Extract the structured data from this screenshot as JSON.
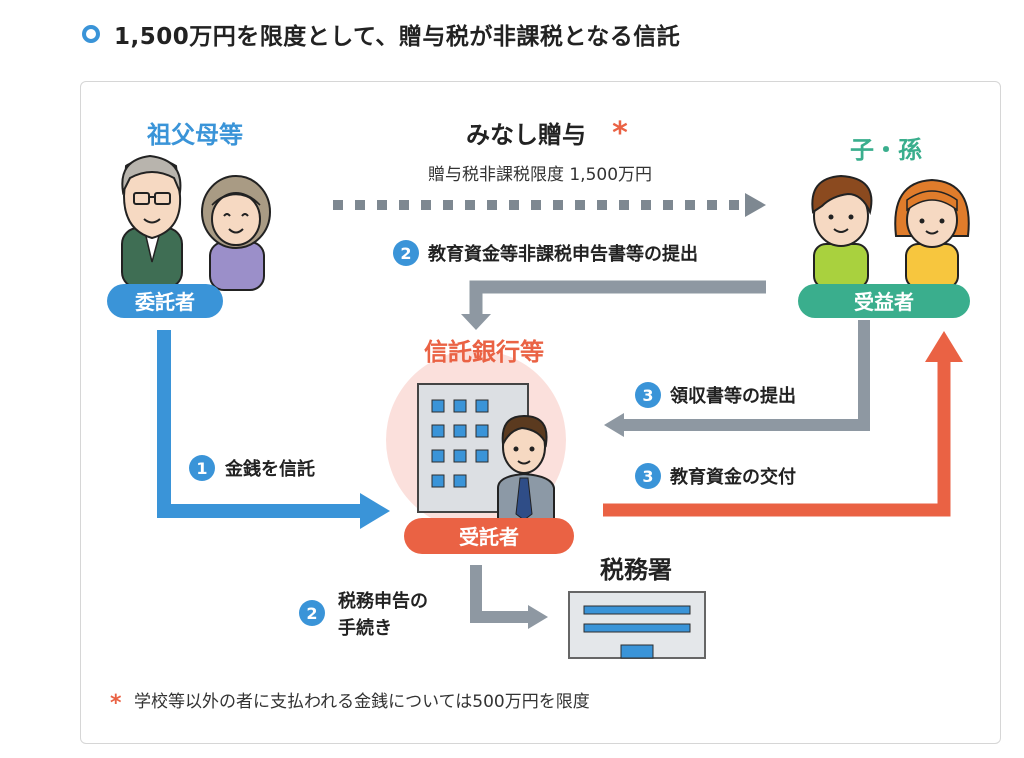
{
  "heading": {
    "title": "1,500万円を限度として、贈与税が非課税となる信託"
  },
  "parties": {
    "grandparents_label": "祖父母等",
    "grandparents_role": "委託者",
    "children_label": "子・孫",
    "children_role": "受益者",
    "bank_label": "信託銀行等",
    "bank_role": "受託者",
    "tax_office_label": "税務署"
  },
  "flows": {
    "deemed_gift_title": "みなし贈与",
    "deemed_gift_mark": "*",
    "deemed_gift_limit": "贈与税非課税限度 1,500万円",
    "step2_num": "2",
    "step2_label": "教育資金等非課税申告書等の提出",
    "step1_num": "1",
    "step1_label": "金銭を信託",
    "step3a_num": "3",
    "step3a_label": "領収書等の提出",
    "step3b_num": "3",
    "step3b_label": "教育資金の交付",
    "step2b_num": "2",
    "step2b_label_line1": "税務申告の",
    "step2b_label_line2": "手続き"
  },
  "footnote": {
    "mark": "*",
    "text": "学校等以外の者に支払われる金銭については500万円を限度"
  },
  "colors": {
    "blue": "#3a94d8",
    "teal": "#3aae8d",
    "orange": "#ea6244",
    "gray": "#8e98a2",
    "dark": "#222222"
  }
}
